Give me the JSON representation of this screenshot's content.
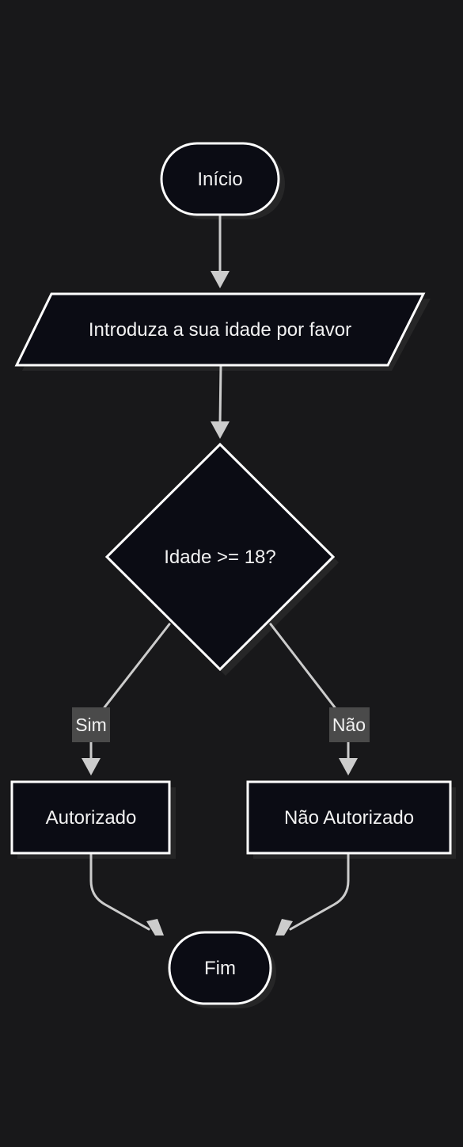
{
  "diagram": {
    "nodes": {
      "start": "Início",
      "input": "Introduza a sua idade por favor",
      "decision": "Idade >= 18?",
      "yes_box": "Autorizado",
      "no_box": "Não Autorizado",
      "end": "Fim"
    },
    "edges": {
      "yes_label": "Sim",
      "no_label": "Não"
    }
  },
  "colors": {
    "background": "#18181a",
    "node_fill": "#0b0c14",
    "node_stroke": "#ffffff",
    "edge": "#cccccc",
    "edge_label_bg": "#4a4a4a",
    "text": "#f2f2f2"
  }
}
